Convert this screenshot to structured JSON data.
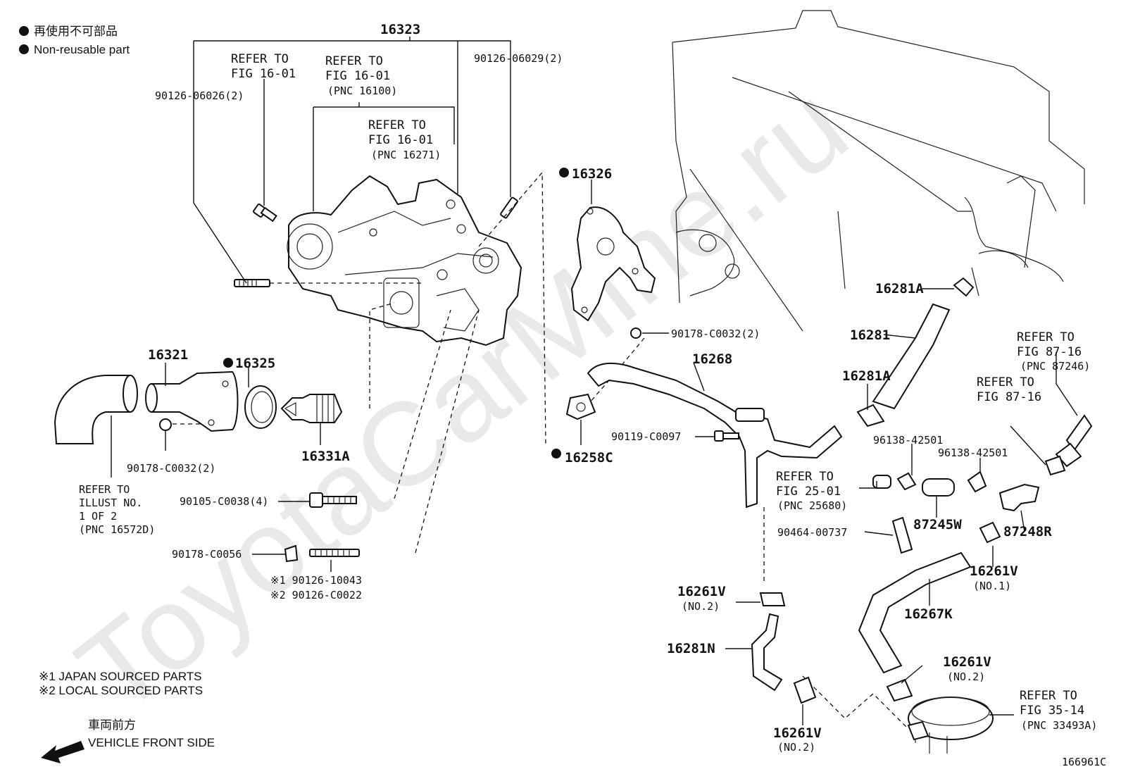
{
  "legend": {
    "non_reusable_jp": "再使用不可部品",
    "non_reusable_en": "Non-reusable part"
  },
  "watermark": "ToyotaCarMine.ru",
  "figure_id": "166961C",
  "source_notes": {
    "japan": "※1 JAPAN SOURCED PARTS",
    "local": "※2 LOCAL SOURCED PARTS"
  },
  "front": {
    "jp": "車両前方",
    "en": "VEHICLE FRONT SIDE"
  },
  "labels": {
    "p16323": "16323",
    "refer_to": "REFER TO",
    "fig_16_01": "FIG 16-01",
    "pnc_16100": "(PNC 16100)",
    "pnc_16271": "(PNC 16271)",
    "p90126_06026": "90126-06026(2)",
    "p90126_06029": "90126-06029(2)",
    "p16326": "16326",
    "p90178_c0032_top": "90178-C0032(2)",
    "p16268": "16268",
    "p16321": "16321",
    "p16325": "16325",
    "p16331A": "16331A",
    "p90178_c0032_left": "90178-C0032(2)",
    "illust_refer": "REFER TO",
    "illust_no": "ILLUST NO.",
    "illust_of": "1 OF 2",
    "pnc_16572D": "(PNC 16572D)",
    "p90105_c0038": "90105-C0038(4)",
    "p90178_c0056": "90178-C0056",
    "p90126_10043": "※1 90126-10043",
    "p90126_c0022": "※2 90126-C0022",
    "p16258C": "16258C",
    "p90119_c0097": "90119-C0097",
    "p16281A_top": "16281A",
    "p16281": "16281",
    "p16281A_mid": "16281A",
    "fig_87_16": "FIG 87-16",
    "pnc_87246": "(PNC 87246)",
    "p96138_a": "96138-42501",
    "p96138_b": "96138-42501",
    "fig_25_01": "FIG 25-01",
    "pnc_25680": "(PNC 25680)",
    "p87245W": "87245W",
    "p87248R": "87248R",
    "p90464_00737": "90464-00737",
    "p16261V_no1": "16261V",
    "no1": "(NO.1)",
    "p16267K": "16267K",
    "p16261V_a": "16261V",
    "no2_a": "(NO.2)",
    "p16281N": "16281N",
    "p16261V_b": "16261V",
    "no2_b": "(NO.2)",
    "p16261V_c": "16261V",
    "no2_c": "(NO.2)",
    "fig_35_14": "FIG 35-14",
    "pnc_33493A": "(PNC 33493A)"
  }
}
